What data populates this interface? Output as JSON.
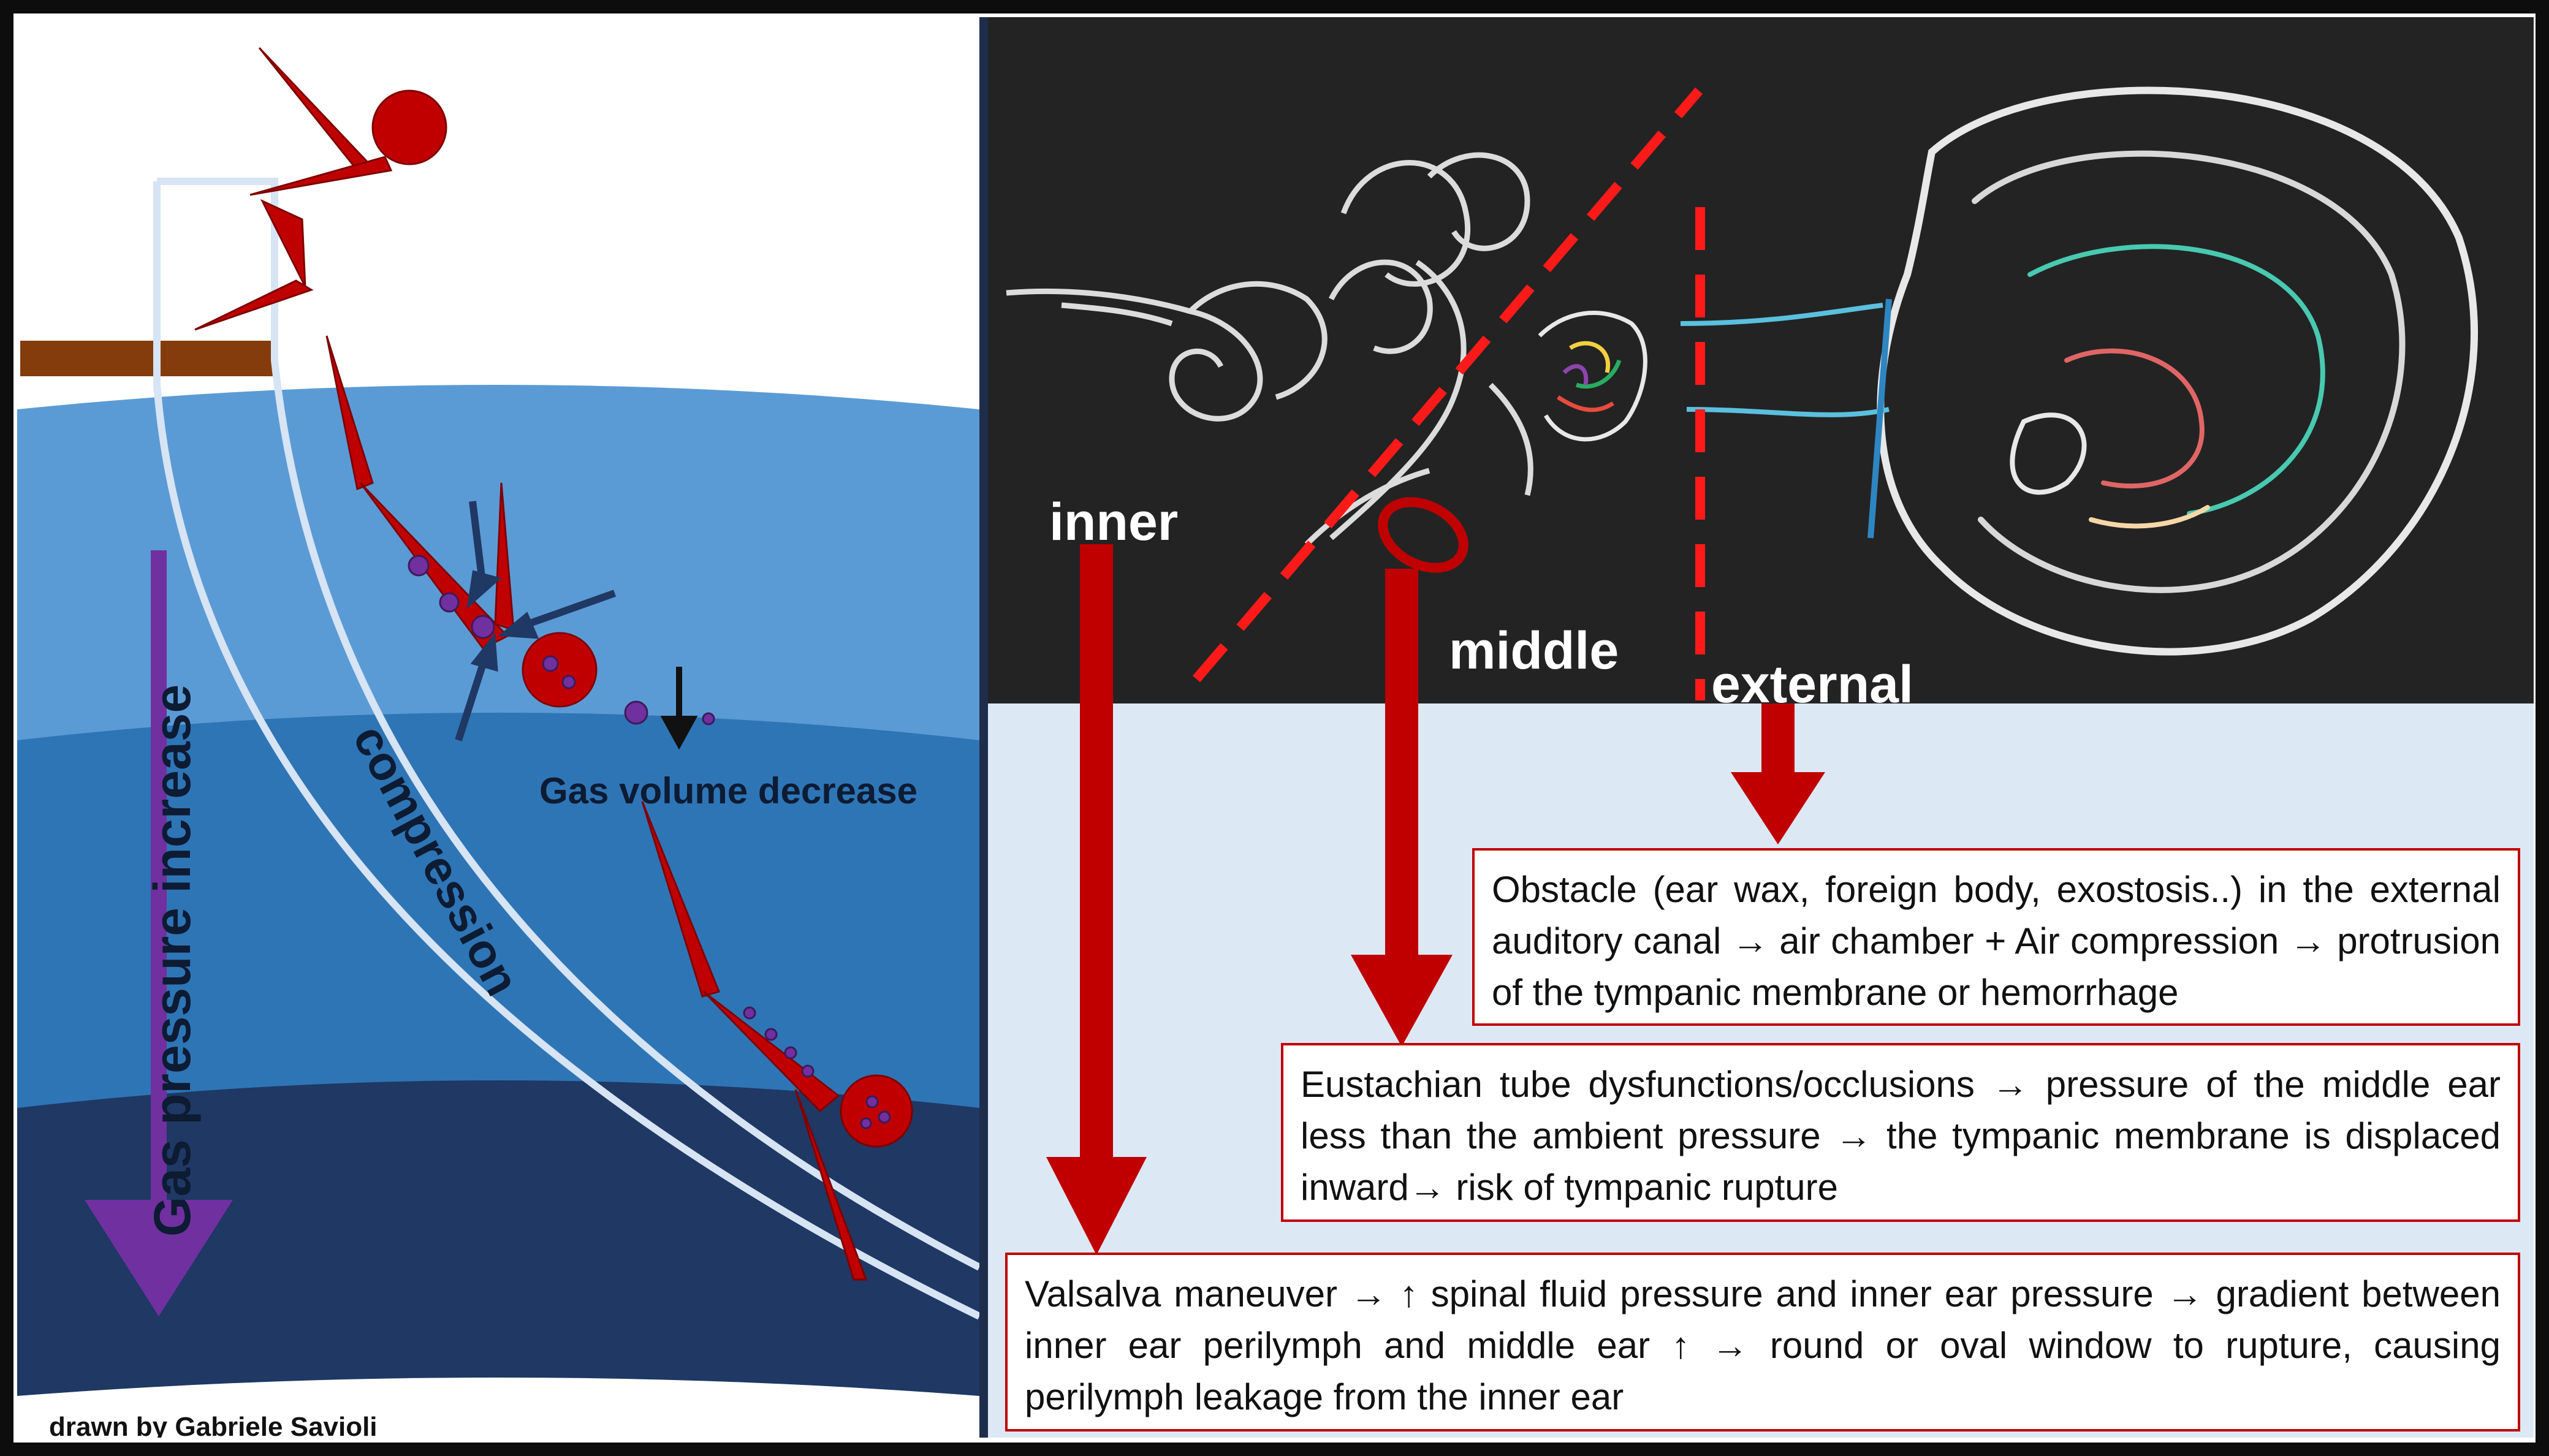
{
  "left": {
    "credit": "drawn by Gabriele Savioli",
    "gas_volume_label": "Gas volume decrease",
    "gas_pressure_label": "Gas pressure increase",
    "compression_label": "compression",
    "colors": {
      "sky": "#ffffff",
      "water_1": "#5b9bd5",
      "water_2": "#2e75b6",
      "water_3": "#1f3864",
      "diver": "#c00000",
      "bubble": "#7030a0",
      "board": "#843c0c"
    }
  },
  "right": {
    "labels": {
      "inner": "inner",
      "middle": "middle",
      "external": "external"
    },
    "boxes": {
      "external": "Obstacle (ear wax, foreign body, exostosis..) in the external auditory canal → air chamber + Air compression → protrusion of the tympanic membrane or hemorrhage",
      "middle": "Eustachian tube dysfunctions/occlusions → pressure of the middle ear less than the ambient pressure → the tympanic membrane is displaced inward→ risk of tympanic rupture",
      "inner": "Valsalva maneuver → ↑ spinal fluid pressure and inner ear pressure → gradient between inner ear perilymph and middle ear ↑ → round or oval window to rupture, causing perilymph leakage from the inner ear"
    },
    "colors": {
      "dark_bg": "#232323",
      "light_bg": "#dde8f5",
      "arrow": "#c00000"
    }
  }
}
